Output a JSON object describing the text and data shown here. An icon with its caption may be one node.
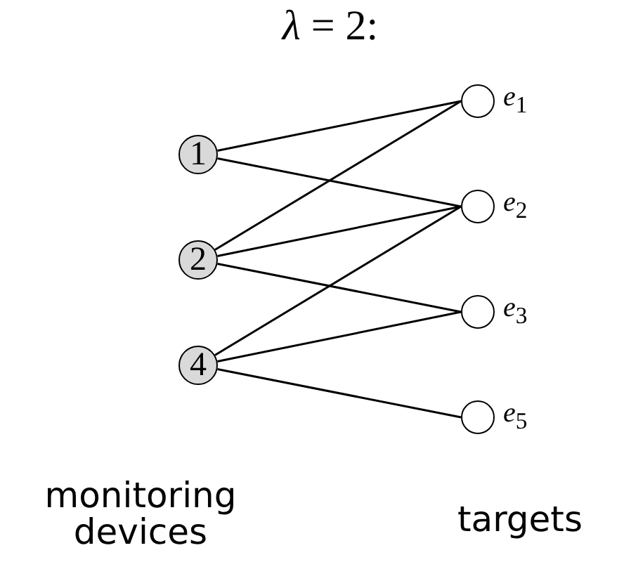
{
  "diagram": {
    "title": "*λ* = 2:",
    "nodes": [
      {
        "text": [
          "1"
        ]
      },
      {
        "text": [
          "2"
        ]
      },
      {
        "text": [
          "4"
        ]
      },
      {
        "text": [],
        "shape": "circle",
        "beside": [
          "*e*$_{1}$"
        ]
      },
      {
        "text": [],
        "shape": "circle",
        "beside": [
          "*e*$_{2}$"
        ]
      },
      {
        "text": [],
        "shape": "circle",
        "beside": [
          "*e*$_{3}$"
        ]
      },
      {
        "text": [],
        "shape": "circle",
        "beside": [
          "*e*$_{5}$"
        ]
      }
    ],
    "edges": [
      {
        "from": 0,
        "to": 3,
        "arrow": "none"
      },
      {
        "from": 0,
        "to": 4,
        "arrow": "none"
      },
      {
        "from": 1,
        "to": 3,
        "arrow": "none"
      },
      {
        "from": 1,
        "to": 4,
        "arrow": "none"
      },
      {
        "from": 1,
        "to": 5,
        "arrow": "none"
      },
      {
        "from": 2,
        "to": 4,
        "arrow": "none"
      },
      {
        "from": 2,
        "to": 5,
        "arrow": "none"
      },
      {
        "from": 2,
        "to": 6,
        "arrow": "none"
      }
    ],
    "labels": [
      "monitoring devices",
      "targets"
    ]
  }
}
